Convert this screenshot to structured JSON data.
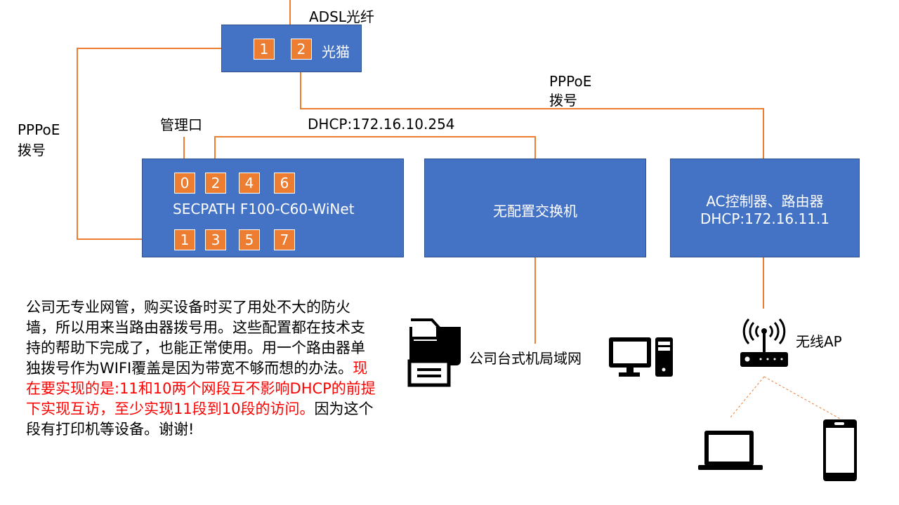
{
  "modem": {
    "label": "光猫",
    "ports": [
      "1",
      "2"
    ],
    "uplink_label": "ADSL光纤"
  },
  "labels": {
    "pppoe_left": [
      "PPPoE",
      "拨号"
    ],
    "pppoe_right": [
      "PPPoE",
      "拨号"
    ],
    "mgmt": "管理口",
    "dhcp10": "DHCP:172.16.10.254"
  },
  "firewall": {
    "name": "SECPATH F100-C60-WiNet",
    "ports_top": [
      "0",
      "2",
      "4",
      "6"
    ],
    "ports_bottom": [
      "1",
      "3",
      "5",
      "7"
    ]
  },
  "switch": {
    "name": "无配置交换机"
  },
  "ac": {
    "line1": "AC控制器、路由器",
    "line2": "DHCP:172.16.11.1"
  },
  "lan_label": "公司台式机局域网",
  "ap_label": "无线AP",
  "paragraph": {
    "black1": "公司无专业网管，购买设备时买了用处不大的防火墙，所以用来当路由器拨号用。这些配置都在技术支持的帮助下完成了，也能正常使用。用一个路由器单独拨号作为WIFI覆盖是因为带宽不够而想的办法。",
    "red": "现在要实现的是:11和10两个网段互不影响DHCP的前提下实现互访，至少实现11段到10段的访问。",
    "black2": "因为这个段有打印机等设备。谢谢!"
  },
  "colors": {
    "box": "#4472C4",
    "port": "#ED7D31",
    "line": "#ED7D31",
    "highlight": "#FF0000"
  }
}
